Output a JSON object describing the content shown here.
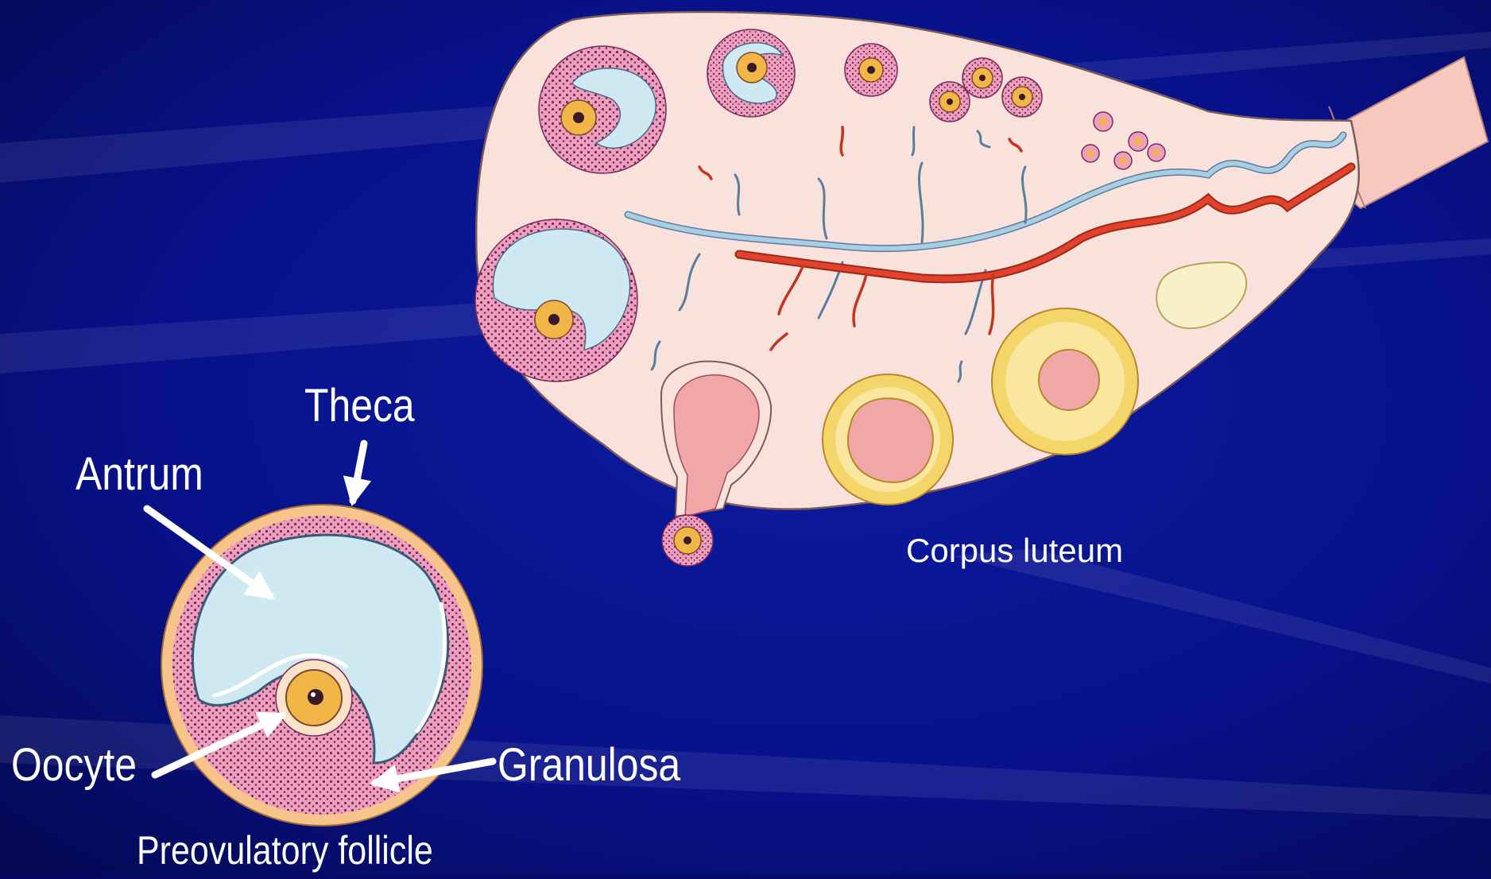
{
  "labels": {
    "theca": "Theca",
    "antrum": "Antrum",
    "oocyte": "Oocyte",
    "granulosa": "Granulosa",
    "preovulatory": "Preovulatory follicle",
    "corpus_luteum": "Corpus luteum"
  },
  "colors": {
    "background": "#07107a",
    "ovary_tissue": "#fae2dc",
    "granulosa_pink": "#eca0bd",
    "theca_orange": "#f7c48b",
    "antrum_blue": "#cfe9f2",
    "oocyte_yellow": "#f2b648",
    "corpus_luteum_yellow": "#f4d56a",
    "artery_red": "#e2412c",
    "vein_blue": "#8fbcd7",
    "label_text": "#ffffff"
  }
}
